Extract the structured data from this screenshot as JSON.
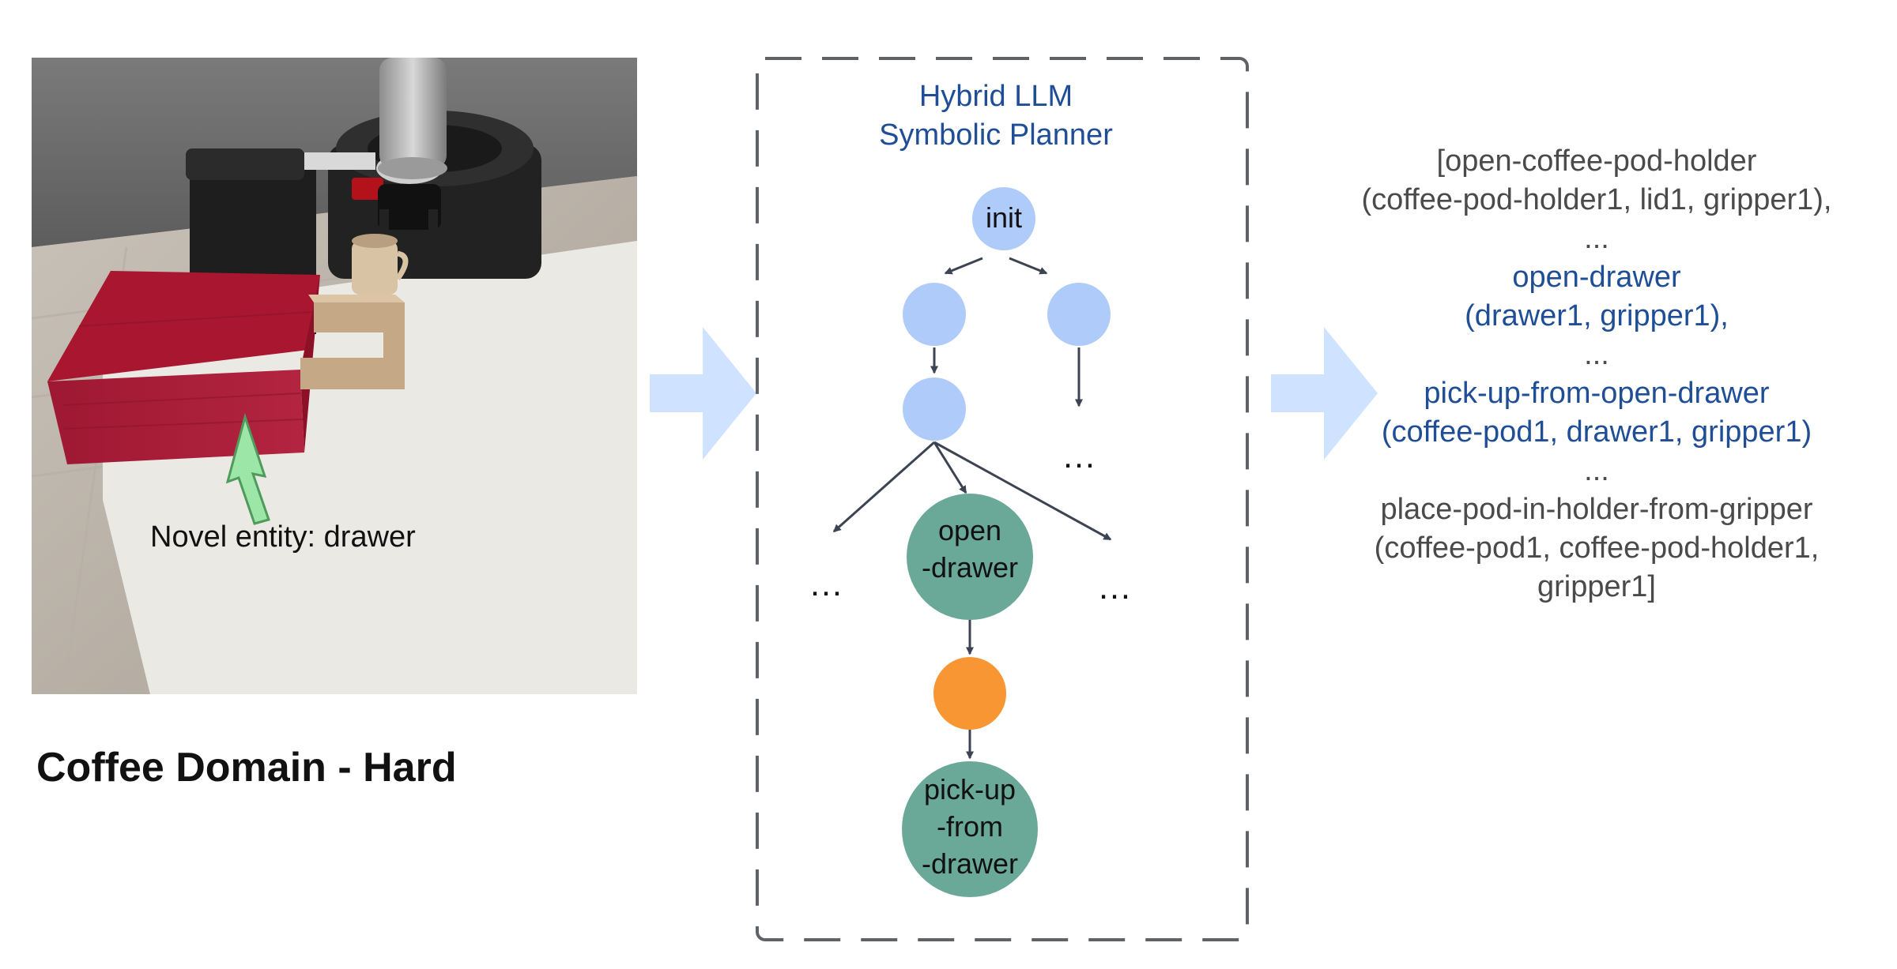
{
  "colors": {
    "node_blue": "#aecbfa",
    "node_teal": "#6aa897",
    "node_orange": "#f79633",
    "arrow_light": "#cfe2ff",
    "planner_title": "#1f4e96",
    "highlight_text": "#1f4e96",
    "plain_text": "#4a4a4a",
    "frame": "#5f6368"
  },
  "scene": {
    "annotation": "Novel entity: drawer",
    "annotation_arrow_color": "#9ce6a8",
    "caption": "Coffee Domain - Hard"
  },
  "planner": {
    "title_line1": "Hybrid LLM",
    "title_line2": "Symbolic Planner",
    "nodes": {
      "init": "init",
      "open_drawer_line1": "open",
      "open_drawer_line2": "-drawer",
      "pickup_line1": "pick-up",
      "pickup_line2": "-from",
      "pickup_line3": "-drawer"
    },
    "ellipsis": "…"
  },
  "plan_output": {
    "lines": [
      {
        "text": "[open-coffee-pod-holder",
        "highlight": false
      },
      {
        "text": "(coffee-pod-holder1, lid1, gripper1),",
        "highlight": false
      },
      {
        "text": "...",
        "highlight": false
      },
      {
        "text": "open-drawer",
        "highlight": true
      },
      {
        "text": "(drawer1, gripper1),",
        "highlight": true
      },
      {
        "text": "...",
        "highlight": false
      },
      {
        "text": "pick-up-from-open-drawer",
        "highlight": true
      },
      {
        "text": "(coffee-pod1, drawer1, gripper1)",
        "highlight": true
      },
      {
        "text": "...",
        "highlight": false
      },
      {
        "text": "place-pod-in-holder-from-gripper",
        "highlight": false
      },
      {
        "text": "(coffee-pod1, coffee-pod-holder1,",
        "highlight": false
      },
      {
        "text": "gripper1]",
        "highlight": false
      }
    ]
  }
}
